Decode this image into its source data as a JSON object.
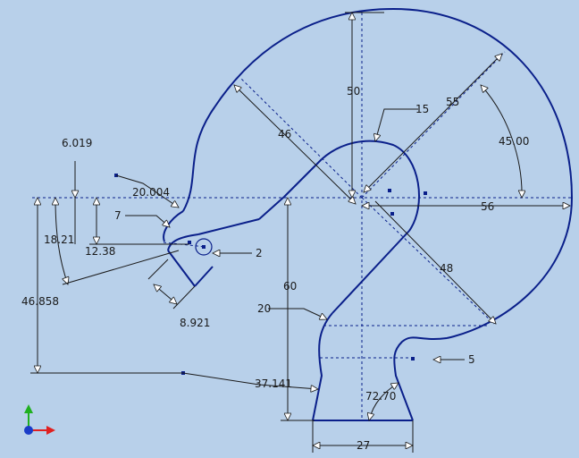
{
  "dimensions": {
    "d6019": "6.019",
    "d20004": "20.004",
    "d7": "7",
    "d1821": "18.21",
    "d1238": "12.38",
    "d46858": "46.858",
    "d8921": "8.921",
    "d2": "2",
    "d46": "46",
    "d50": "50",
    "d15": "15",
    "d55": "55",
    "d4500": "45.00",
    "d56": "56",
    "d48": "48",
    "d60": "60",
    "d20": "20",
    "d5": "5",
    "d37141": "37.141",
    "d7270": "72.70",
    "d27": "27"
  },
  "colors": {
    "background": "#b8d0ea",
    "profile": "#0a1f8a",
    "axis_x": "#e02020",
    "axis_y": "#20b020",
    "axis_z": "#1a3cc8"
  },
  "triad": {
    "icon": "coordinate-triad-icon"
  }
}
